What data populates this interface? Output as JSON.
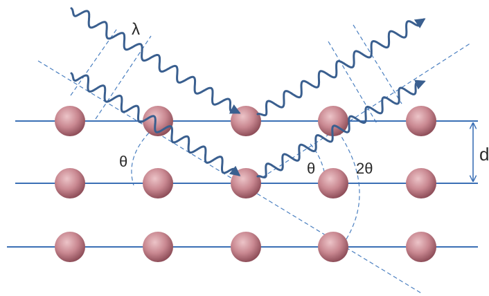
{
  "labels": {
    "wavelength": "λ",
    "spacing": "d",
    "incident_angle": "θ",
    "reflected_angle": "θ",
    "scattering_angle": "2θ"
  },
  "colors": {
    "background": "#ffffff",
    "lattice_line": "#3a6fb5",
    "wave": "#3a5f8f",
    "guide_dash": "#4a7fc0",
    "atom_center": "#d9a2a8",
    "atom_edge": "#9c5a64",
    "text": "#2a2a2a"
  },
  "lattice": {
    "planes": 3,
    "atoms_per_plane": 5
  }
}
